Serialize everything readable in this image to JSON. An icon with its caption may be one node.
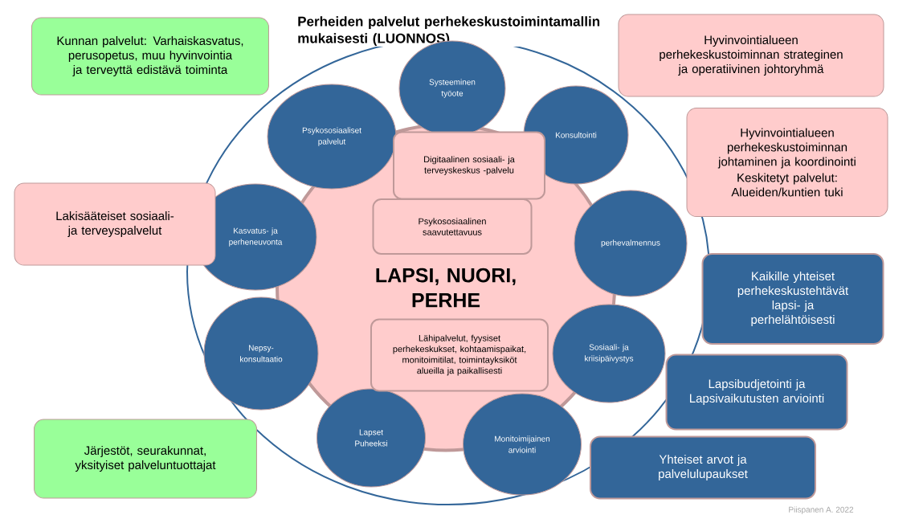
{
  "diagram": {
    "title": "Perheiden palvelut perhekeskustoimintamallin mukaisesti (LUONNOS)",
    "nodes": [
      {
        "text": [
          "Kunnan palvelut: Varhaiskasvatus, perusopetus, muu hyvinvointia ja terveyttä edistävä toiminta"
        ]
      },
      {
        "text": [
          "Hyvinvointialueen perhekeskustoiminnan strateginen ja operatiivinen johtoryhmä"
        ]
      },
      {
        "text": [
          "LAPSI, NUORI, PERHE"
        ]
      },
      {
        "text": [
          "Systeeminen työote"
        ]
      },
      {
        "text": [
          "Psykososiaaliset palvelut"
        ]
      },
      {
        "text": [
          "Konsultointi"
        ]
      },
      {
        "text": [
          "Digitaalinen sosiaali- ja terveyskeskus -palvelu"
        ],
        "in": 2
      },
      {
        "text": [
          "Hyvinvointialueen perhekeskustoiminnan johtaminen ja koordinointi",
          "Keskitetyt palvelut: Alueiden/kuntien tuki"
        ]
      },
      {
        "text": [
          "Psykososiaalinen saavutettavuus"
        ],
        "in": 2
      },
      {
        "text": [
          "Lakisääteiset sosiaali- ja terveyspalvelut"
        ]
      },
      {
        "text": [
          "Kasvatus- ja perheneuvonta"
        ]
      },
      {
        "text": [
          "perhevalmennus"
        ]
      },
      {
        "text": [
          "Kaikille yhteiset perhekeskustehtävät lapsi- ja perhelähtöisesti"
        ]
      },
      {
        "text": [
          "Nepsy-konsultaatio"
        ]
      },
      {
        "text": [
          "Lähipalvelut, fyysiset perhekeskukset, kohtaamispaikat, monitoimitilat, toimintayksiköt alueilla ja paikallisesti"
        ],
        "in": 2
      },
      {
        "text": [
          "Sosiaali- ja kriisipäivystys"
        ]
      },
      {
        "text": [
          "Lapsibudjetointi ja Lapsivaikutusten arviointi"
        ]
      },
      {
        "text": [
          "Lapset Puheeksi"
        ]
      },
      {
        "text": [
          "Monitoimijainen arviointi"
        ]
      },
      {
        "text": [
          "Järjestöt, seurakunnat, yksityiset palveluntuottajat"
        ]
      },
      {
        "text": [
          "Yhteiset arvot ja palvelulupaukset"
        ]
      }
    ],
    "labels": [
      "Piispanen A. 2022"
    ]
  }
}
